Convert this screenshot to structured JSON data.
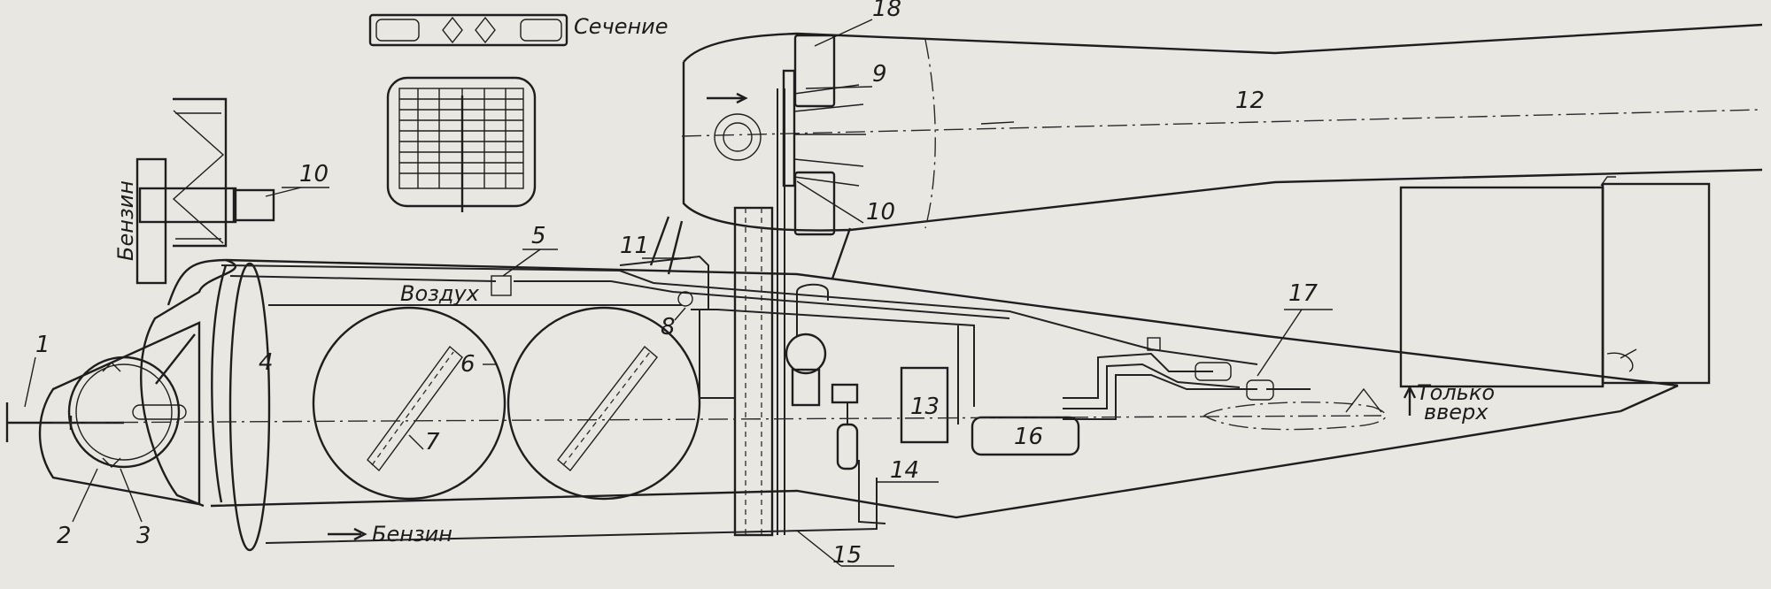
{
  "labels": {
    "section": "Сечение",
    "air": "Воздух",
    "fuel_top": "Бензин",
    "fuel_bottom": "Бензин",
    "only_up_1": "Только",
    "only_up_2": "вверх"
  },
  "callouts": {
    "n1": "1",
    "n2": "2",
    "n3": "3",
    "n4": "4",
    "n5": "5",
    "n6": "6",
    "n7": "7",
    "n8": "8",
    "n9": "9",
    "n10a": "10",
    "n10b": "10",
    "n11": "11",
    "n12": "12",
    "n13": "13",
    "n14": "14",
    "n15": "15",
    "n16": "16",
    "n17": "17",
    "n18": "18"
  },
  "colors": {
    "paper": "#e9e7e2",
    "ink": "#1e1e1e"
  }
}
